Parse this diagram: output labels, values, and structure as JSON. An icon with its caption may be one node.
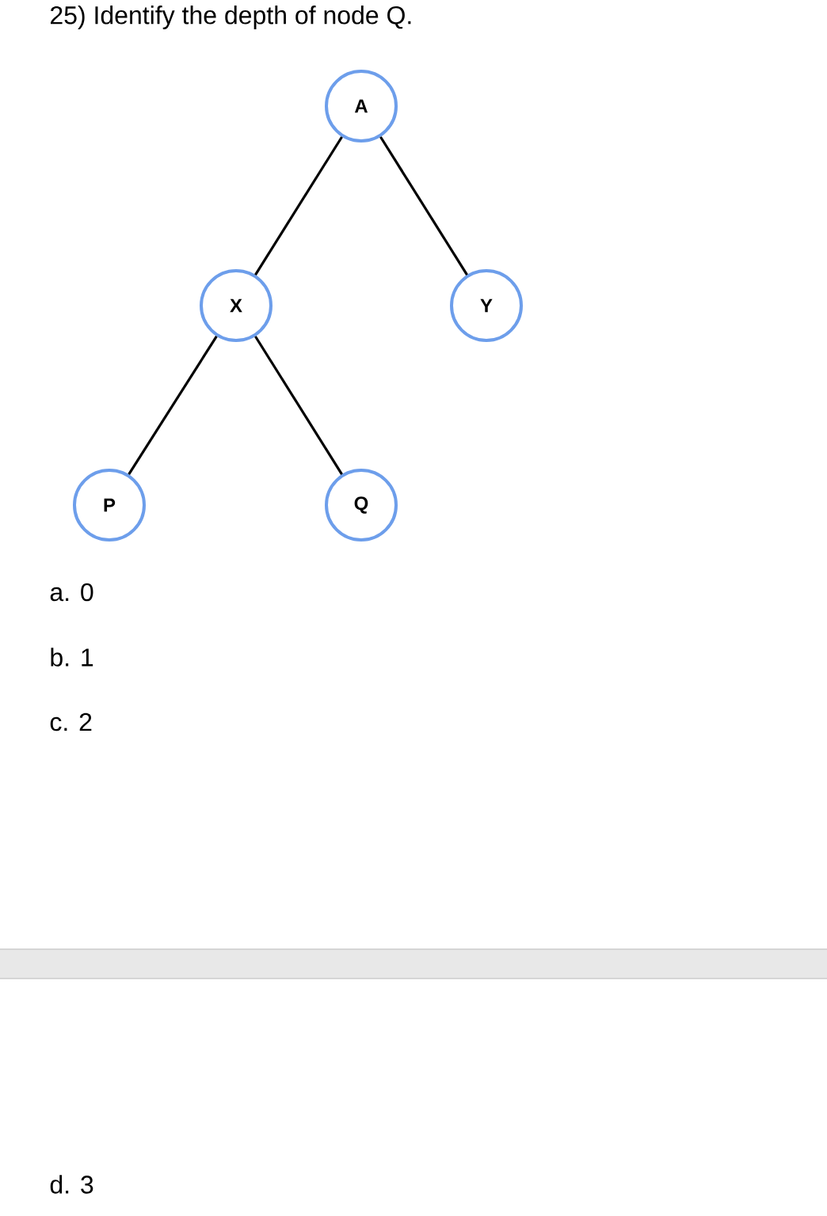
{
  "diagram": {
    "title": "25) Identify the depth of node Q.",
    "nodes": [
      {
        "text": [
          "A"
        ]
      },
      {
        "text": [
          "X"
        ]
      },
      {
        "text": [
          "Y"
        ]
      },
      {
        "text": [
          "P"
        ]
      },
      {
        "text": [
          "Q"
        ]
      }
    ],
    "edges": [
      {
        "from": 0,
        "to": 1,
        "arrow": "none"
      },
      {
        "from": 0,
        "to": 2,
        "arrow": "none"
      },
      {
        "from": 1,
        "to": 3,
        "arrow": "none"
      },
      {
        "from": 1,
        "to": 4,
        "arrow": "none"
      }
    ],
    "labels": [
      "a. 0",
      "b. 1",
      "c. 2",
      "d. 3"
    ]
  }
}
